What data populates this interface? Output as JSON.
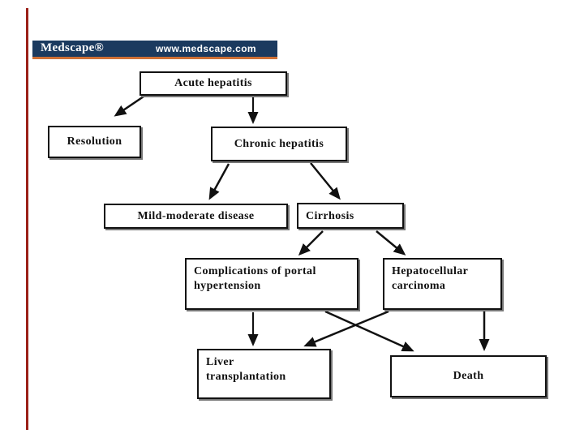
{
  "page": {
    "background_color": "#ffffff",
    "description": "Medscape slide with flowchart of hepatitis disease progression"
  },
  "header": {
    "logo": "Medscape®",
    "url": "www.medscape.com",
    "bar_color": "#1b3a5f",
    "underline_color": "#cf7036",
    "left_rule_color": "#9b2018",
    "text_color": "#ffffff"
  },
  "flowchart": {
    "node_border_color": "#111111",
    "node_fill_color": "#ffffff",
    "arrow_color": "#111111",
    "nodes": [
      {
        "id": "acute",
        "label": "Acute hepatitis"
      },
      {
        "id": "resolution",
        "label": "Resolution"
      },
      {
        "id": "chronic",
        "label": "Chronic hepatitis"
      },
      {
        "id": "mild",
        "label": "Mild-moderate disease"
      },
      {
        "id": "cirrhosis",
        "label": "Cirrhosis"
      },
      {
        "id": "complications",
        "label": "Complications of portal hypertension"
      },
      {
        "id": "hcc",
        "label": "Hepatocellular carcinoma"
      },
      {
        "id": "liver",
        "label": "Liver transplantation"
      },
      {
        "id": "death",
        "label": "Death"
      }
    ],
    "edges": [
      {
        "from": "Acute hepatitis",
        "to": "Resolution"
      },
      {
        "from": "Acute hepatitis",
        "to": "Chronic hepatitis"
      },
      {
        "from": "Chronic hepatitis",
        "to": "Mild-moderate disease"
      },
      {
        "from": "Chronic hepatitis",
        "to": "Cirrhosis"
      },
      {
        "from": "Cirrhosis",
        "to": "Complications of portal hypertension"
      },
      {
        "from": "Cirrhosis",
        "to": "Hepatocellular carcinoma"
      },
      {
        "from": "Complications of portal hypertension",
        "to": "Liver transplantation"
      },
      {
        "from": "Complications of portal hypertension",
        "to": "Death"
      },
      {
        "from": "Hepatocellular carcinoma",
        "to": "Liver transplantation"
      },
      {
        "from": "Hepatocellular carcinoma",
        "to": "Death"
      }
    ]
  }
}
